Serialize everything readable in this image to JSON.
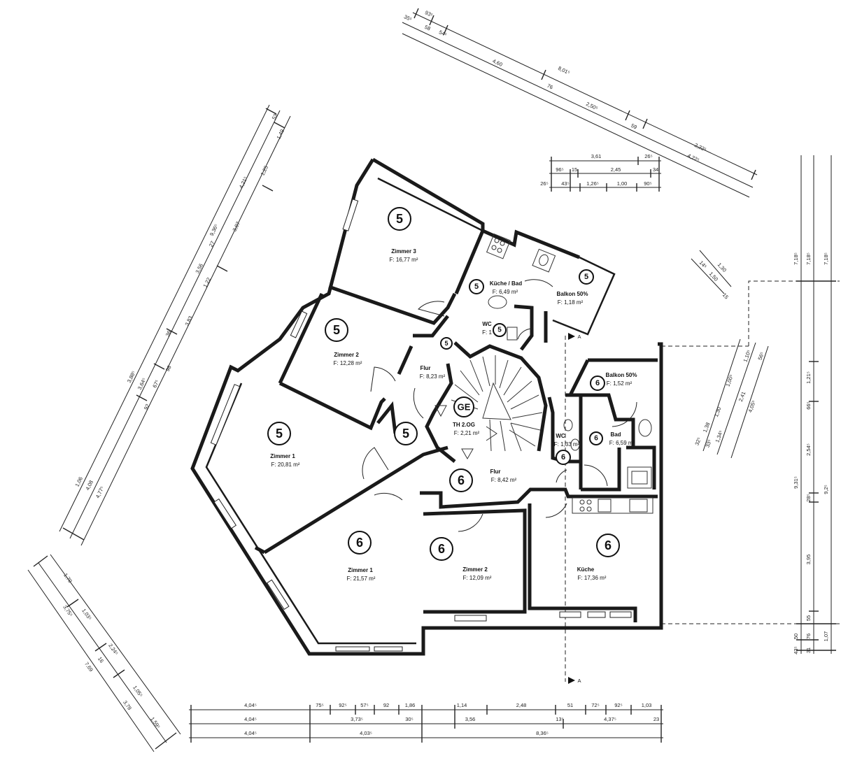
{
  "rooms": {
    "zimmer3": {
      "name": "Zimmer 3",
      "area": "F: 16,77 m²",
      "unit": "5"
    },
    "kueche_bad": {
      "name": "Küche / Bad",
      "area": "F:    6,49 m²",
      "unit": "5"
    },
    "balkon5": {
      "name": "Balkon 50%",
      "area": "F:    1,18 m²",
      "unit": "5"
    },
    "wc5": {
      "name": "WC",
      "area": "F: 1",
      "unit": "5"
    },
    "zimmer2_5": {
      "name": "Zimmer 2",
      "area": "F: 12,28 m²",
      "unit": "5"
    },
    "flur5": {
      "name": "Flur",
      "area": "F: 8,23 m²",
      "unit": "5"
    },
    "zimmer1_5": {
      "name": "Zimmer 1",
      "area": "F: 20,81 m²",
      "unit": "5"
    },
    "th": {
      "name": "TH 2.OG",
      "area": "F: 2,21 m²",
      "unit": "GE"
    },
    "balkon6": {
      "name": "Balkon 50%",
      "area": "F:    1,52 m²",
      "unit": "6"
    },
    "wc6": {
      "name": "WC",
      "area": "F: 1,33 m²",
      "unit": "6"
    },
    "bad6": {
      "name": "Bad",
      "area": "F: 6,59 m²",
      "unit": "6"
    },
    "flur6": {
      "name": "Flur",
      "area": "F: 8,42 m²",
      "unit": "6"
    },
    "zimmer1_6": {
      "name": "Zimmer 1",
      "area": "F: 21,57 m²",
      "unit": "6"
    },
    "zimmer2_6": {
      "name": "Zimmer 2",
      "area": "F: 12,09 m²",
      "unit": "6"
    },
    "kueche6": {
      "name": "Küche",
      "area": "F: 17,36 m²",
      "unit": "6"
    }
  },
  "units": {
    "u5": "5",
    "u6": "6",
    "ge": "GE"
  },
  "section_marker": "A",
  "dims": {
    "bottom1": [
      "4,04⁵",
      "75⁵",
      "92⁵",
      "57⁵",
      "92",
      "1,86",
      "1,14",
      "2,48",
      "51",
      "72⁵",
      "92⁵",
      "1,03"
    ],
    "bottom2": [
      "4,04⁵",
      "3,73⁵",
      "30⁵",
      "3,56",
      "13⁵",
      "4,37⁵",
      "23"
    ],
    "bottom3": [
      "4,04⁵",
      "4,03⁵",
      "8,36⁵"
    ],
    "top_diag": [
      "93⁵",
      "35⁵",
      "58",
      "54⁵",
      "4,60",
      "8,01⁵",
      "76",
      "2,50⁵",
      "59",
      "2,22⁵",
      "4,22⁵"
    ],
    "top_mid1": [
      "3,61",
      "26⁵"
    ],
    "top_mid2": [
      "96⁵",
      "15",
      "2,45",
      "34"
    ],
    "top_mid3": [
      "26⁵",
      "43⁵",
      "1,26⁵",
      "1,00",
      "90⁵"
    ],
    "left_upper": [
      "53",
      "1,49",
      "1,25",
      "4,21⁵",
      "9,36⁵",
      "3,07",
      "27",
      "3,56",
      "1,22",
      "3,83",
      "36",
      "98",
      "67⁵",
      "92",
      "3,88⁵",
      "3,64⁵",
      "1,06",
      "4,08",
      "4,77⁵"
    ],
    "left_lower": [
      "1,70",
      "1,03⁵",
      "3,75⁵",
      "2,24⁵",
      "16",
      "1,05⁵",
      "7,69",
      "3,78",
      "1,59⁵"
    ],
    "right_outer": [
      "7,18⁵",
      "7,18⁵",
      "7,18⁵",
      "9,31⁵",
      "9,2⁵",
      "1,07"
    ],
    "right_inner": [
      "1,21⁵",
      "66⁵",
      "2,54⁵",
      "28⁵",
      "3,95",
      "55",
      "76",
      "50",
      "31",
      "43⁵"
    ],
    "right_small": [
      "1,30",
      "14⁵",
      "1,50",
      "15"
    ],
    "right_diag": [
      "1,10⁵",
      "56⁵",
      "1,00⁵",
      "2,41",
      "4,05⁵",
      "1,30",
      "1,38",
      "32⁵",
      "1,34⁵",
      "33⁵"
    ]
  }
}
